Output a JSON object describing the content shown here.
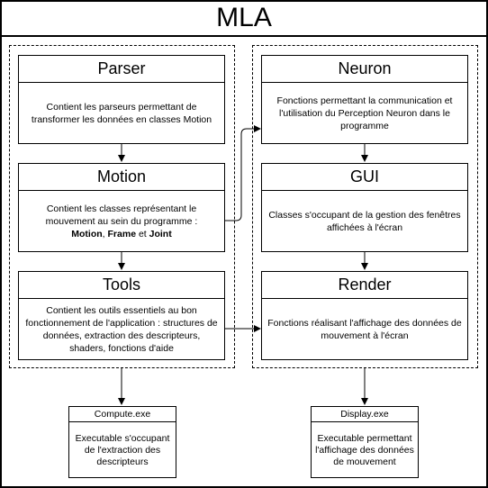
{
  "title": "MLA",
  "boxes": {
    "parser": {
      "title": "Parser",
      "description": "Contient les parseurs permettant de transformer les données en classes Motion"
    },
    "motion": {
      "title": "Motion",
      "description_prefix": "Contient les classes représentant le mouvement au sein du programme :",
      "kw1": "Motion",
      "sep1": ", ",
      "kw2": "Frame",
      "sep2": " et ",
      "kw3": "Joint"
    },
    "tools": {
      "title": "Tools",
      "description": "Contient les outils essentiels au bon fonctionnement de l'application : structures de données, extraction des descripteurs, shaders, fonctions d'aide"
    },
    "neuron": {
      "title": "Neuron",
      "description": "Fonctions permettant la communication et l'utilisation du Perception Neuron dans le programme"
    },
    "gui": {
      "title": "GUI",
      "description": "Classes s'occupant de la gestion des fenêtres affichées à l'écran"
    },
    "render": {
      "title": "Render",
      "description": "Fonctions réalisant l'affichage des données de mouvement à l'écran"
    }
  },
  "executables": {
    "compute": {
      "title": "Compute.exe",
      "description": "Executable s'occupant de l'extraction des descripteurs"
    },
    "display": {
      "title": "Display.exe",
      "description": "Executable permettant l'affichage des données de mouvement"
    }
  }
}
